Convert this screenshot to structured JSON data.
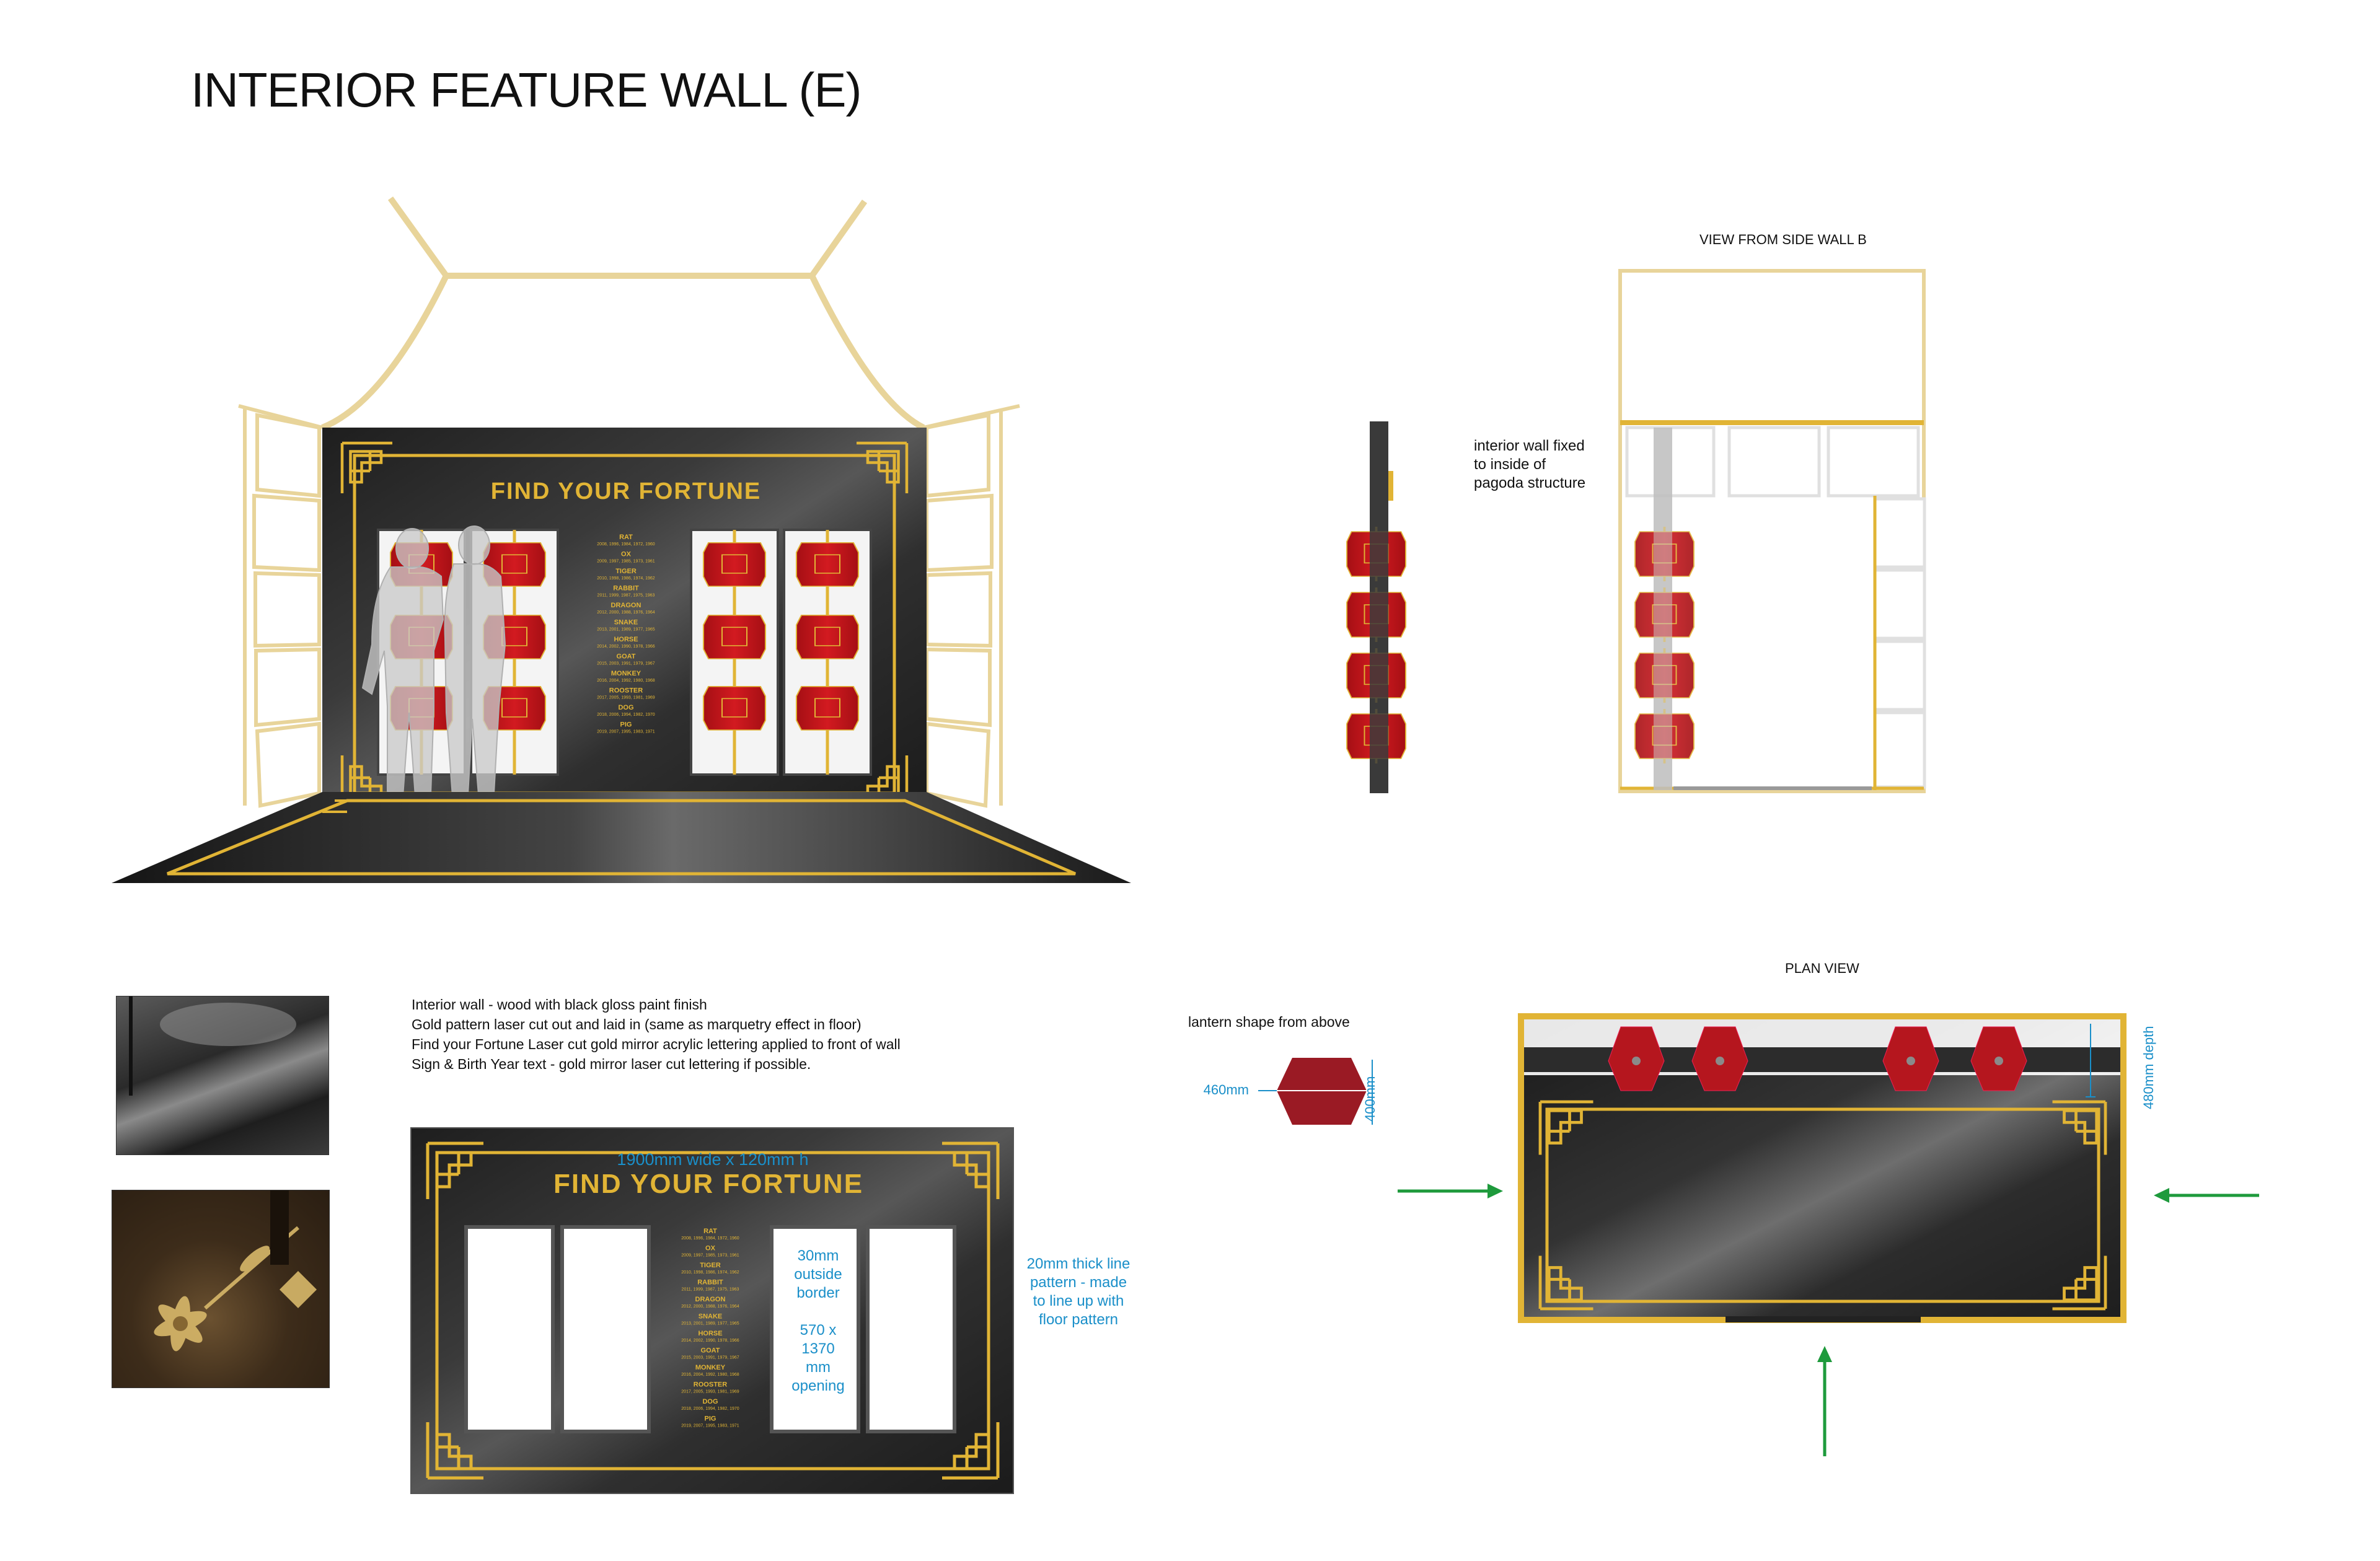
{
  "title": "INTERIOR FEATURE WALL (E)",
  "perspective": {
    "sign_title": "FIND YOUR FORTUNE"
  },
  "zodiac": [
    {
      "name": "RAT",
      "years": "2008, 1996, 1984, 1972, 1960"
    },
    {
      "name": "OX",
      "years": "2009, 1997, 1985, 1973, 1961"
    },
    {
      "name": "TIGER",
      "years": "2010, 1998, 1986, 1974, 1962"
    },
    {
      "name": "RABBIT",
      "years": "2011, 1999, 1987, 1975, 1963"
    },
    {
      "name": "DRAGON",
      "years": "2012, 2000, 1988, 1976, 1964"
    },
    {
      "name": "SNAKE",
      "years": "2013, 2001, 1989, 1977, 1965"
    },
    {
      "name": "HORSE",
      "years": "2014, 2002, 1990, 1978, 1966"
    },
    {
      "name": "GOAT",
      "years": "2015, 2003, 1991, 1979, 1967"
    },
    {
      "name": "MONKEY",
      "years": "2016, 2004, 1992, 1980, 1968"
    },
    {
      "name": "ROOSTER",
      "years": "2017, 2005, 1993, 1981, 1969"
    },
    {
      "name": "DOG",
      "years": "2018, 2006, 1994, 1982, 1970"
    },
    {
      "name": "PIG",
      "years": "2019, 2007, 1995, 1983, 1971"
    }
  ],
  "side_view": {
    "heading": "VIEW FROM SIDE WALL B",
    "note_lines": [
      "interior wall fixed",
      "to inside of",
      "pagoda structure"
    ]
  },
  "notes": {
    "lines": [
      "Interior wall  -  wood with black gloss paint finish",
      "Gold pattern laser cut out and laid in (same as marquetry effect in floor)",
      "Find your Fortune Laser cut gold mirror acrylic lettering applied to front of wall",
      "Sign & Birth Year text - gold mirror laser cut lettering if possible."
    ]
  },
  "elevation": {
    "dimension": "1900mm wide x 120mm h",
    "sign_title": "FIND YOUR FORTUNE",
    "border_note": [
      "30mm",
      "outside",
      "border",
      "",
      "570 x",
      "1370",
      "mm",
      "opening"
    ],
    "line_note": [
      "20mm thick line",
      "pattern -  made",
      "to line up with",
      "floor pattern"
    ]
  },
  "lantern": {
    "caption": "lantern shape from above",
    "width_label": "460mm",
    "depth_label": "400mm"
  },
  "plan": {
    "heading": "PLAN VIEW",
    "depth_label": "480mm depth"
  },
  "colors": {
    "gold": "#e1b435",
    "wall_black": "#2a2a2a",
    "lantern_red": "#c8141b",
    "dimension_blue": "#1a8fc9",
    "arrow_green": "#1e9a3c",
    "frame_beige": "#e8d49a"
  }
}
